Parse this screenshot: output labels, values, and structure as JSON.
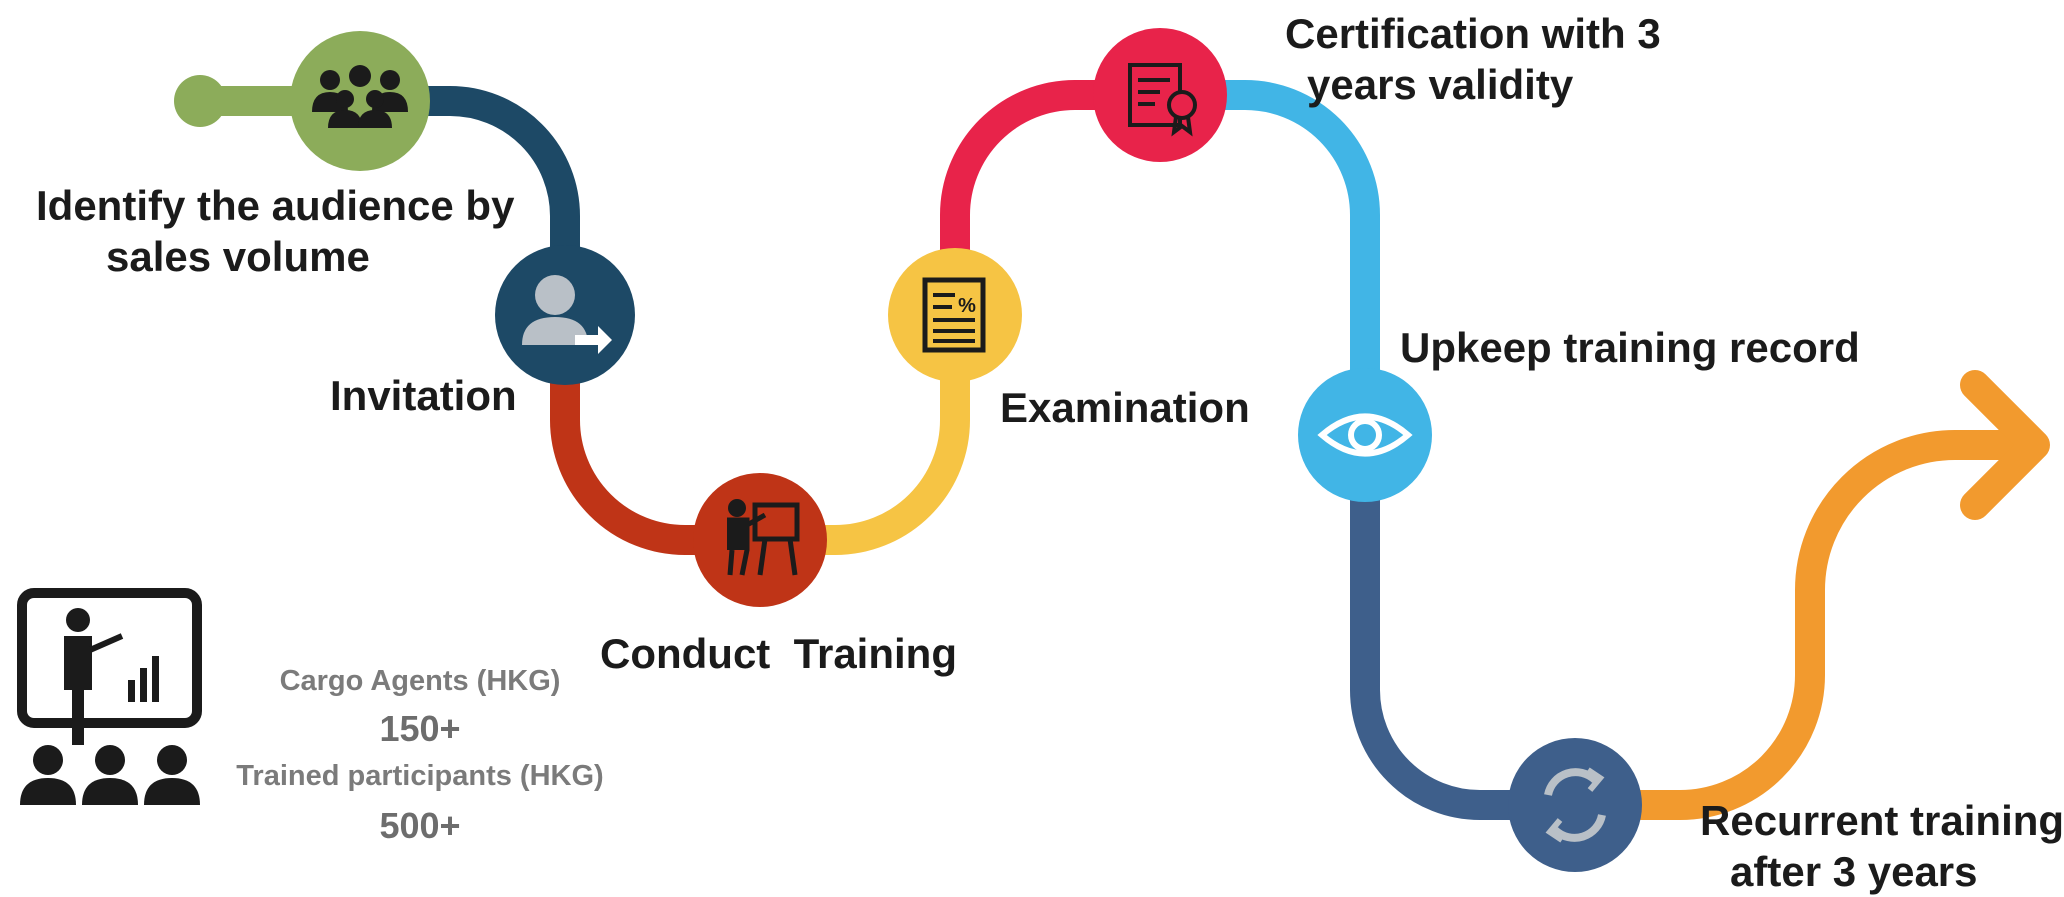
{
  "steps": [
    {
      "label": "Identify the audience by sales volume",
      "lines": [
        "Identify the audience by",
        "sales volume"
      ],
      "icon": "audience-icon",
      "color": "#8cac5a"
    },
    {
      "label": "Invitation",
      "lines": [
        "Invitation"
      ],
      "icon": "invitation-icon",
      "color": "#1d4966"
    },
    {
      "label": "Conduct Training",
      "lines": [
        "Conduct  Training"
      ],
      "icon": "trainer-icon",
      "color": "#bf3417"
    },
    {
      "label": "Examination",
      "lines": [
        "Examination"
      ],
      "icon": "exam-icon",
      "color": "#f6c444"
    },
    {
      "label": "Certification with 3 years validity",
      "lines": [
        "Certification with 3",
        "years validity"
      ],
      "icon": "certificate-icon",
      "color": "#e8234a"
    },
    {
      "label": "Upkeep training record",
      "lines": [
        "Upkeep training record"
      ],
      "icon": "eye-icon",
      "color": "#41b5e6"
    },
    {
      "label": "Recurrent training after 3 years",
      "lines": [
        "Recurrent training",
        "after 3 years"
      ],
      "icon": "recurrent-icon",
      "color": "#3e5f8b"
    }
  ],
  "arrow_color": "#f29a2e",
  "stats": {
    "agents_label": "Cargo Agents (HKG)",
    "agents_value": "150+",
    "participants_label": "Trained participants (HKG)",
    "participants_value": "500+"
  },
  "presentation_icon": "presentation-icon"
}
